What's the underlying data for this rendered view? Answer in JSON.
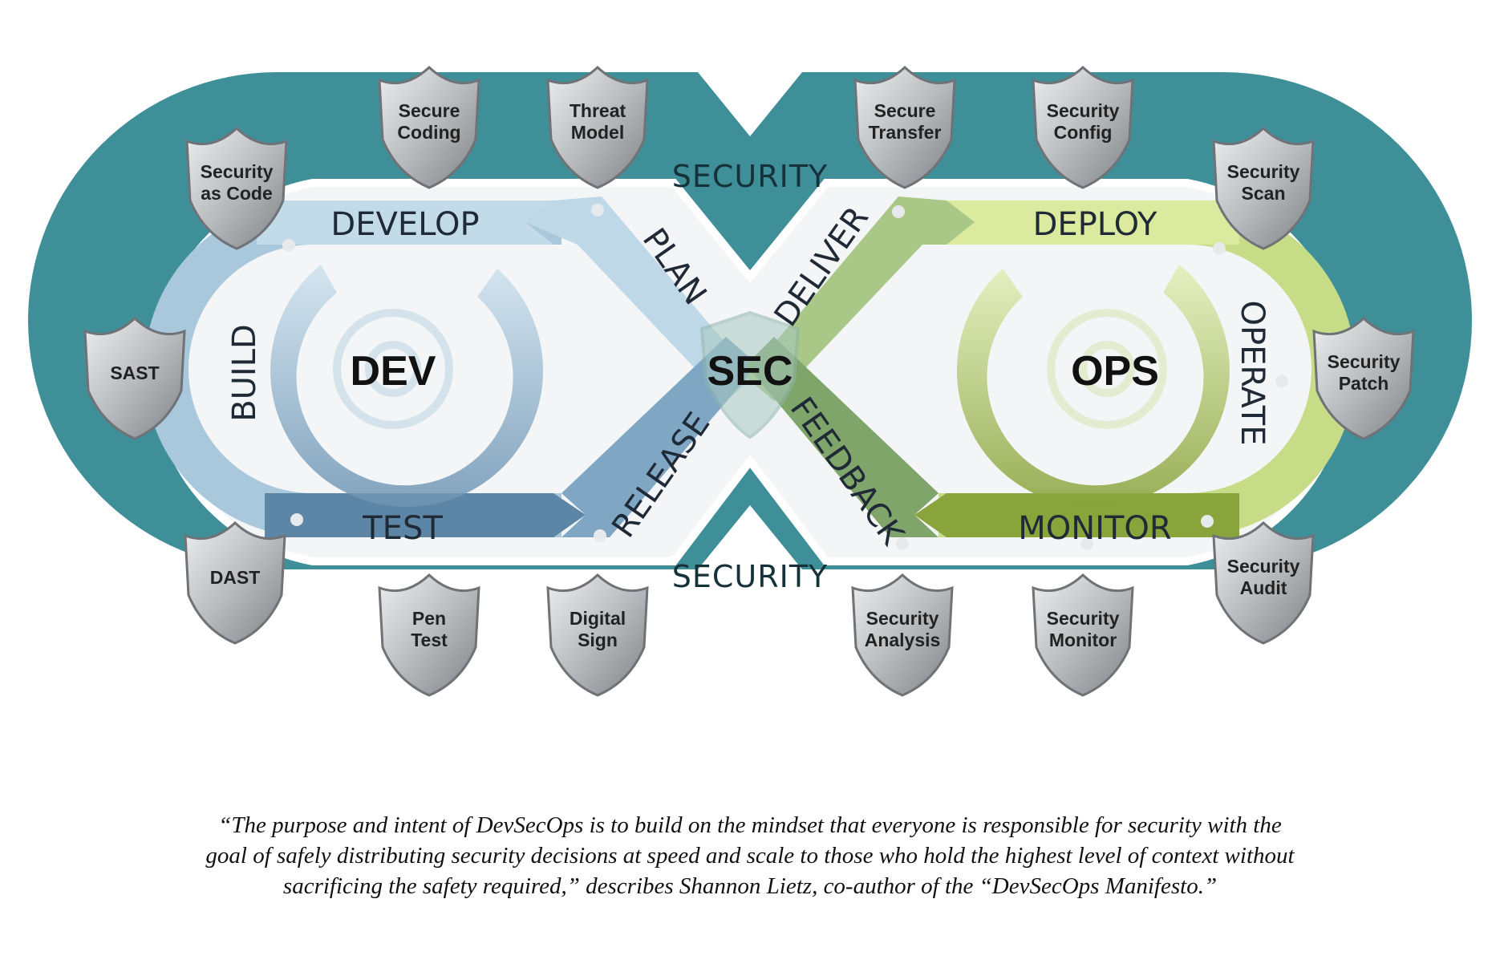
{
  "hubs": {
    "dev": "DEV",
    "sec": "SEC",
    "ops": "OPS"
  },
  "bands": {
    "top": "SECURITY",
    "bottom": "SECURITY"
  },
  "phases": {
    "develop": "DEVELOP",
    "build": "BUILD",
    "test": "TEST",
    "plan": "PLAN",
    "release": "RELEASE",
    "deliver": "DELIVER",
    "feedback": "FEEDBACK",
    "deploy": "DEPLOY",
    "operate": "OPERATE",
    "monitor": "MONITOR"
  },
  "shields": {
    "security_as_code": [
      "Security",
      "as Code"
    ],
    "secure_coding": [
      "Secure",
      "Coding"
    ],
    "threat_model": [
      "Threat",
      "Model"
    ],
    "secure_transfer": [
      "Secure",
      "Transfer"
    ],
    "security_config": [
      "Security",
      "Config"
    ],
    "security_scan": [
      "Security",
      "Scan"
    ],
    "sast": [
      "SAST"
    ],
    "security_patch": [
      "Security",
      "Patch"
    ],
    "dast": [
      "DAST"
    ],
    "pen_test": [
      "Pen",
      "Test"
    ],
    "digital_sign": [
      "Digital",
      "Sign"
    ],
    "security_analysis": [
      "Security",
      "Analysis"
    ],
    "security_monitor": [
      "Security",
      "Monitor"
    ],
    "security_audit": [
      "Security",
      "Audit"
    ]
  },
  "quote": {
    "line1": "“The purpose and intent of  DevSecOps is to build on the mindset that everyone is responsible for security with the",
    "line2": "goal of  safely distributing security decisions at speed and scale to those who hold the highest level of  context without",
    "line3": "sacrificing the safety required,” describes Shannon Lietz, co-author of  the “DevSecOps Manifesto.”"
  },
  "colors": {
    "outer_ring": "#3f8f99",
    "dev_light": "#bcd6e6",
    "dev_mid": "#8fb3cc",
    "dev_dark": "#5d85a6",
    "ops_light": "#d9e9a6",
    "ops_mid": "#b6cf6c",
    "ops_dark": "#8aa43c",
    "shield": "#b9bcbf"
  }
}
